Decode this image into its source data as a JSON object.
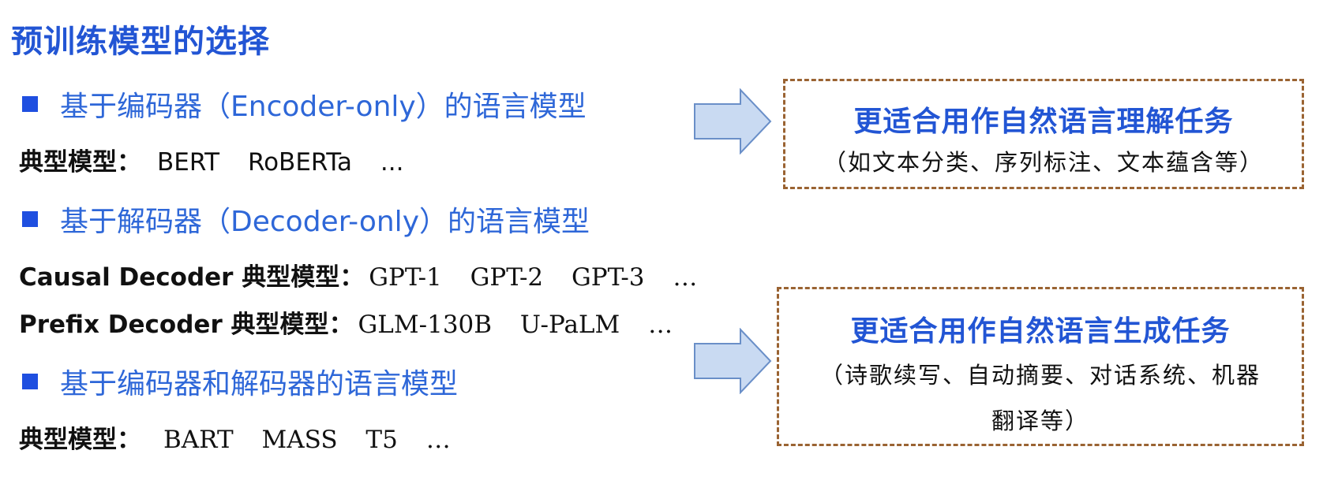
{
  "title": "预训练模型的选择",
  "sections": [
    {
      "heading": "基于编码器（Encoder-only）的语言模型",
      "models": [
        {
          "label": "典型模型：",
          "values": [
            "BERT",
            "RoBERTa",
            "..."
          ]
        }
      ]
    },
    {
      "heading": "基于解码器（Decoder-only）的语言模型",
      "models": [
        {
          "label": "Causal Decoder 典型模型：",
          "values": [
            "GPT-1",
            "GPT-2",
            "GPT-3",
            "…"
          ]
        },
        {
          "label": "Prefix Decoder 典型模型：",
          "values": [
            "GLM-130B",
            "U-PaLM",
            "…"
          ]
        }
      ]
    },
    {
      "heading": "基于编码器和解码器的语言模型",
      "models": [
        {
          "label": "典型模型：",
          "values": [
            "BART",
            "MASS",
            "T5",
            "…"
          ]
        }
      ]
    }
  ],
  "boxes": [
    {
      "title": "更适合用作自然语言理解任务",
      "description": "（如文本分类、序列标注、文本蕴含等）"
    },
    {
      "title": "更适合用作自然语言生成任务",
      "description_line1": "（诗歌续写、自动摘要、对话系统、机器",
      "description_line2": "翻译等）"
    }
  ],
  "colors": {
    "title": "#2255d4",
    "bullet": "#1f4fe0",
    "heading": "#2e67d8",
    "box_border": "#9a6332",
    "arrow_fill": "#c9daf2",
    "arrow_stroke": "#6a8fc8"
  }
}
